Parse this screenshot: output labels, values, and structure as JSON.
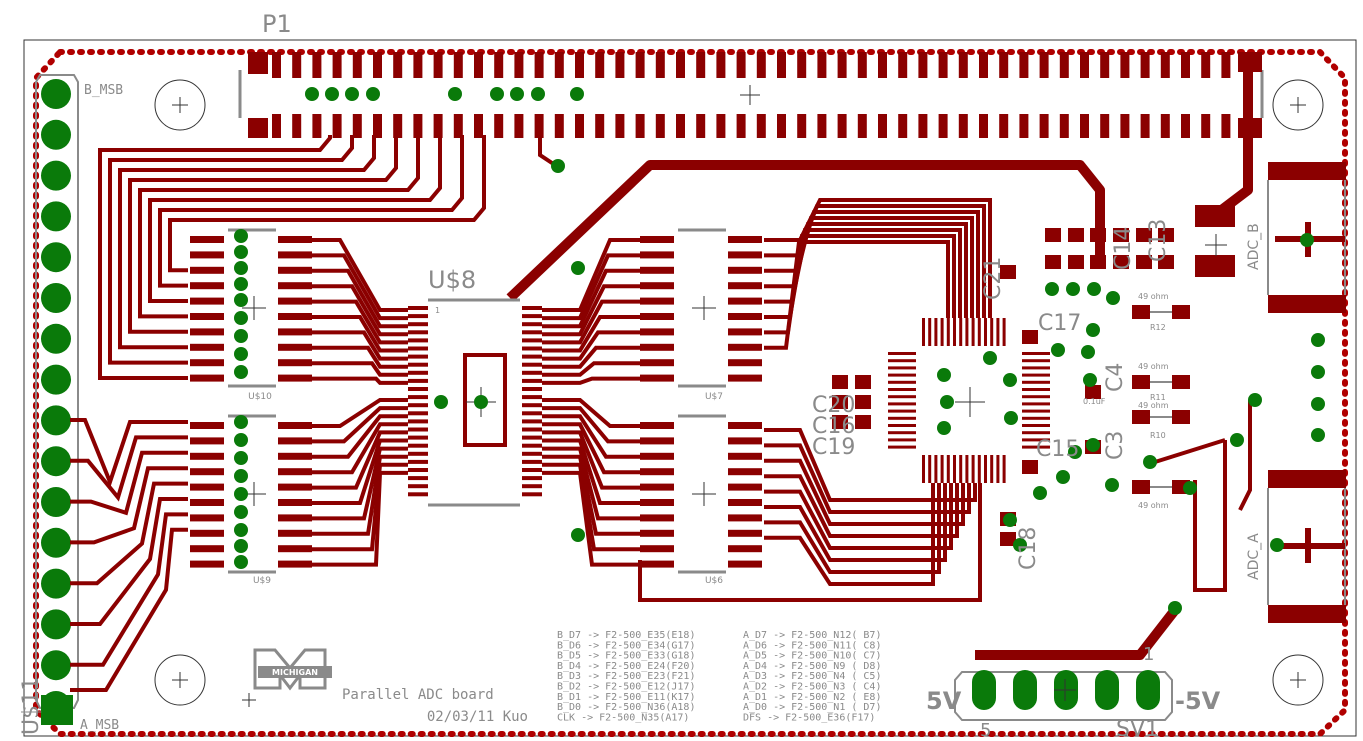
{
  "board": {
    "connector_label": "P1",
    "connector_left_label": "U$11",
    "b_msb": "B_MSB",
    "a_msb": "A_MSB",
    "adc_chip": "U$8",
    "pin1_marker": "1",
    "buffers": [
      "U$10",
      "U$9",
      "U$7",
      "U$6"
    ],
    "title_line1": "Parallel ADC board",
    "title_line2": "02/03/11 Kuo",
    "logo_text": "MICHIGAN",
    "adc_b": "ADC_B",
    "adc_a": "ADC_A",
    "power": {
      "left": "5V",
      "right": "-5V",
      "header": "SV1",
      "pin5": "5",
      "pin1": "1"
    }
  },
  "components": {
    "caps": [
      "C21",
      "C17",
      "C14",
      "C13",
      "C20",
      "C16",
      "C19",
      "C15",
      "C3",
      "C4",
      "C18"
    ],
    "resistors": [
      "R12",
      "R11",
      "R10"
    ],
    "resistor_value": "49 ohm",
    "cap_value": "0.1uF"
  },
  "pin_map_left": [
    "B_D7 -> F2-500_E35(E18)",
    "B_D6 -> F2-500_E34(G17)",
    "B_D5 -> F2-500_E33(G18)",
    "B_D4 -> F2-500_E24(F20)",
    "B_D3 -> F2-500_E23(F21)",
    "B_D2 -> F2-500_E12(J17)",
    "B_D1 -> F2-500_E11(K17)",
    "B_D0 -> F2-500_N36(A18)",
    "CLK  -> F2-500_N35(A17)"
  ],
  "pin_map_right": [
    "A_D7 -> F2-500_N12( B7)",
    "A_D6 -> F2-500_N11( C8)",
    "A_D5 -> F2-500_N10( C7)",
    "A_D4 -> F2-500_N9 ( D8)",
    "A_D3 -> F2-500_N4 ( C5)",
    "A_D2 -> F2-500_N3 ( C4)",
    "A_D1 -> F2-500_N2 ( E8)",
    "A_D0 -> F2-500_N1 ( D7)",
    "DFS  -> F2-500_E36(F17)"
  ],
  "colors": {
    "trace": "#8b0000",
    "via": "#0a7a0a",
    "silk": "#8a8a8a",
    "outline": "#b00000"
  }
}
